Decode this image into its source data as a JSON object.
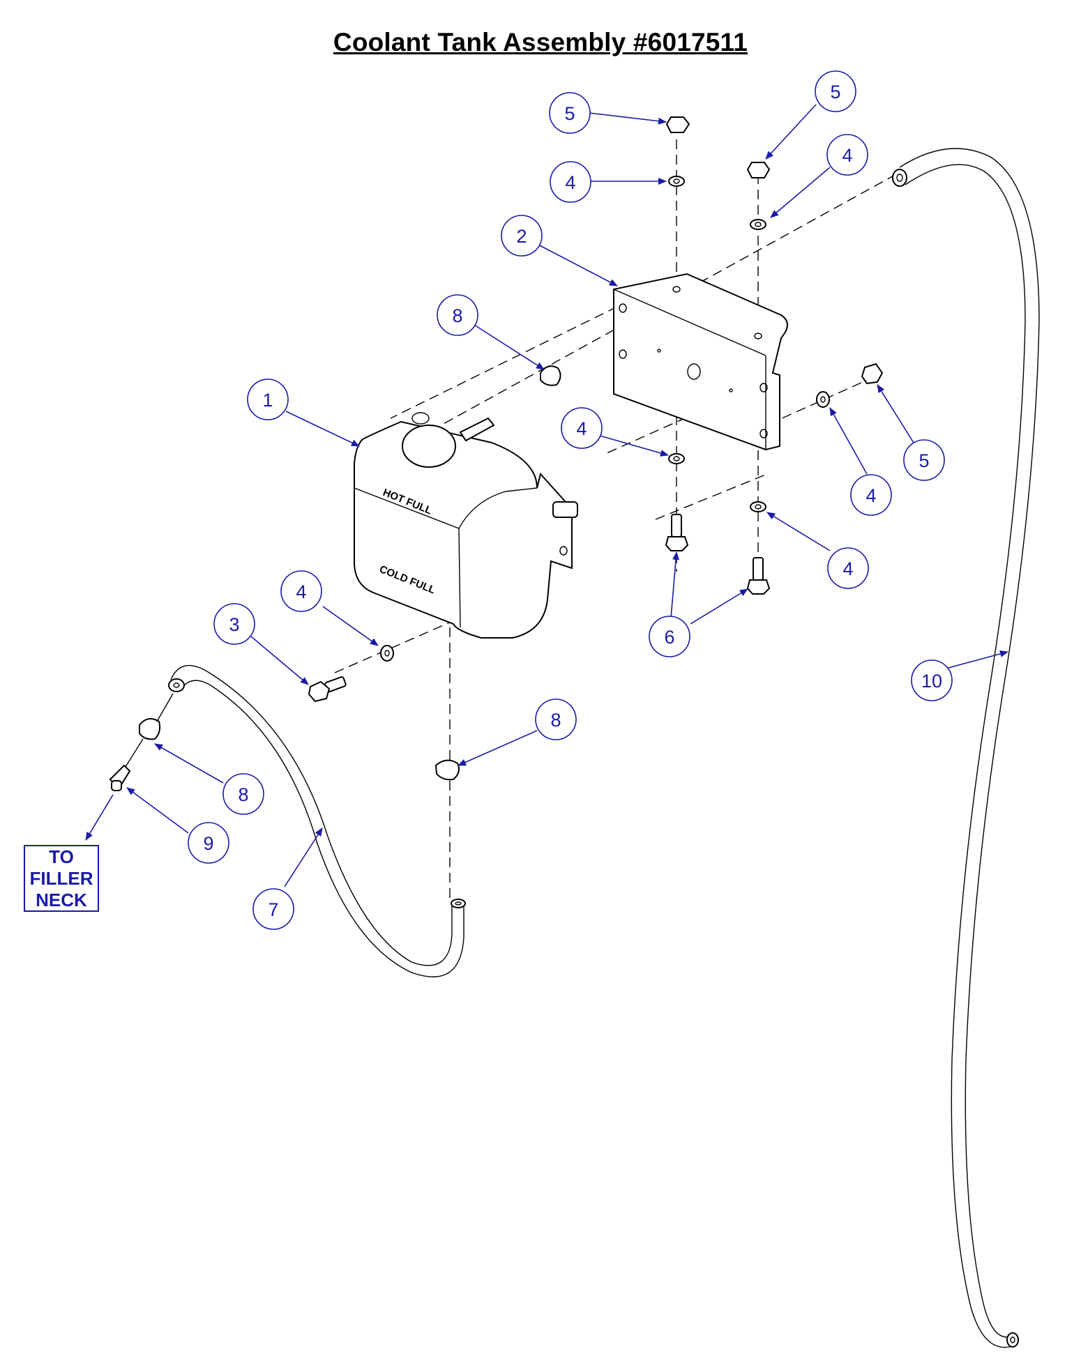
{
  "title": "Coolant Tank Assembly #6017511",
  "callouts": [
    "5",
    "5",
    "4",
    "4",
    "2",
    "8",
    "1",
    "4",
    "4",
    "5",
    "4",
    "4",
    "3",
    "6",
    "8",
    "10",
    "8",
    "9",
    "7"
  ],
  "note": "TO\nFILLER\nNECK",
  "tank_labels": {
    "hot": "HOT FULL",
    "cold": "COLD FULL"
  },
  "colors": {
    "callout": "#1a1aa8",
    "line": "#000000"
  }
}
